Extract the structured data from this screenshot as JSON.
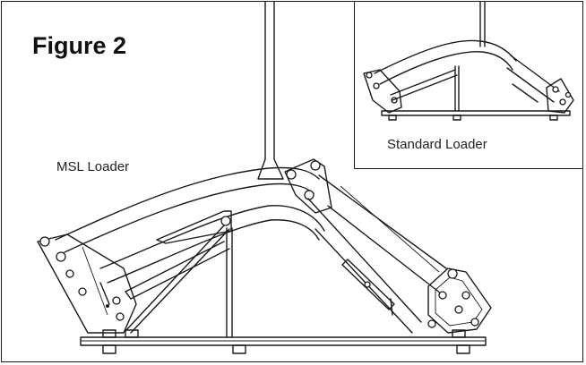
{
  "figure": {
    "title": "Figure 2",
    "main_label": "MSL Loader",
    "inset_label": "Standard Loader"
  },
  "colors": {
    "line": "#1a1a1a",
    "background": "#ffffff"
  }
}
